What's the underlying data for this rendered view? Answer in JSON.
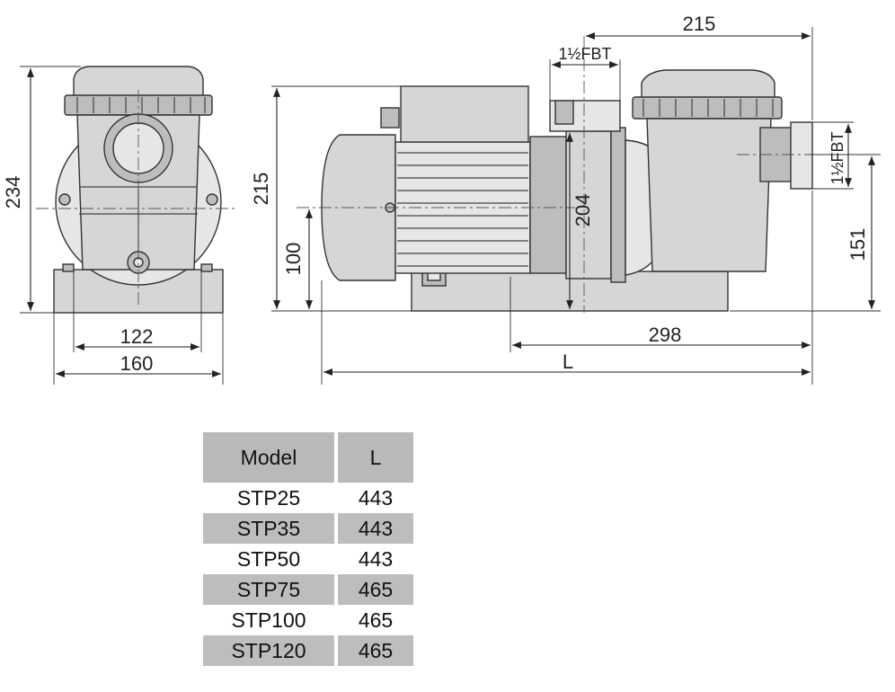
{
  "dimensions": {
    "overall_height": "234",
    "body_height": "215",
    "inlet_label": "1½FBT",
    "outlet_label": "1½FBT",
    "outlet_height": "151",
    "shaft_height": "100",
    "motor_span": "204",
    "base_holes": "122",
    "base_width": "160",
    "top_span": "215",
    "foot_span": "298",
    "overall_length": "L"
  },
  "table": {
    "headers": {
      "model": "Model",
      "length": "L"
    },
    "rows": [
      {
        "model": "STP25",
        "length": "443"
      },
      {
        "model": "STP35",
        "length": "443"
      },
      {
        "model": "STP50",
        "length": "443"
      },
      {
        "model": "STP75",
        "length": "465"
      },
      {
        "model": "STP100",
        "length": "465"
      },
      {
        "model": "STP120",
        "length": "465"
      }
    ]
  }
}
